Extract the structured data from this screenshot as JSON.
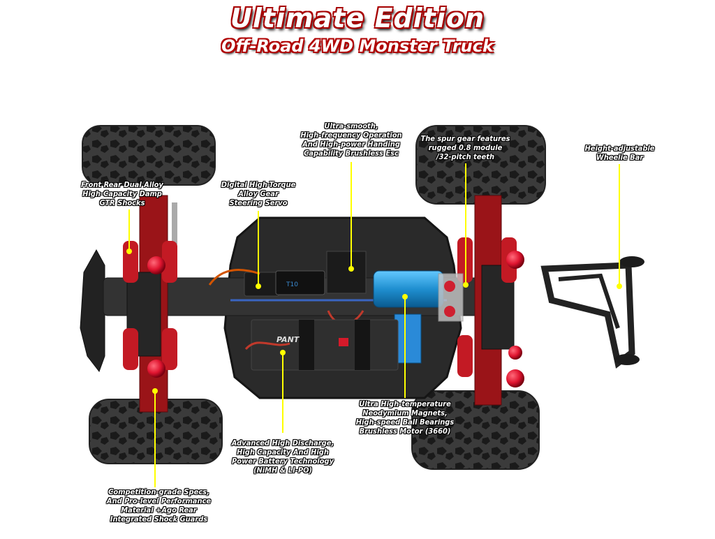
{
  "title": {
    "main": "Ultimate Edition",
    "sub": "Off-Road 4WD Monster Truck"
  },
  "callouts": {
    "esc": [
      "Ultra-smooth,",
      "High-frequency Operation",
      "And High-power Handing",
      "Capability Brushless Esc"
    ],
    "spur": [
      "The spur gear features",
      "rugged 0.8 module",
      "/32-pitch teeth"
    ],
    "wheelie": [
      "Height-adjustable",
      "Wheelie Bar"
    ],
    "shocks": [
      "Front Rear Dual Alloy",
      "High-Capacity Damp",
      "GTR Shocks"
    ],
    "servo": [
      "Digital High-Torque",
      "Alloy Gear",
      "Steering Servo"
    ],
    "motor": [
      "Ultra High-temperature",
      "Neodymium Magnets,",
      "High-speed Ball Bearings",
      "Brushless Motor (3660)"
    ],
    "battery": [
      "Advanced High Discharge,",
      "High Capacity And High",
      "Power Battery Technology",
      "(NiMH & LI-PO)"
    ],
    "specs": [
      "Competition-grade Specs,",
      "And Pro-level Performance",
      "Material +Ago Rear",
      "Integrated Shock Guards"
    ]
  },
  "battery_label": "PANT",
  "esc_label": "T10",
  "colors": {
    "title_red": "#b00000",
    "leader": "#ffff00",
    "chassis": "#2a2a2a",
    "arm_red": "#9a1418",
    "motor_blue": "#1f8fd0"
  }
}
